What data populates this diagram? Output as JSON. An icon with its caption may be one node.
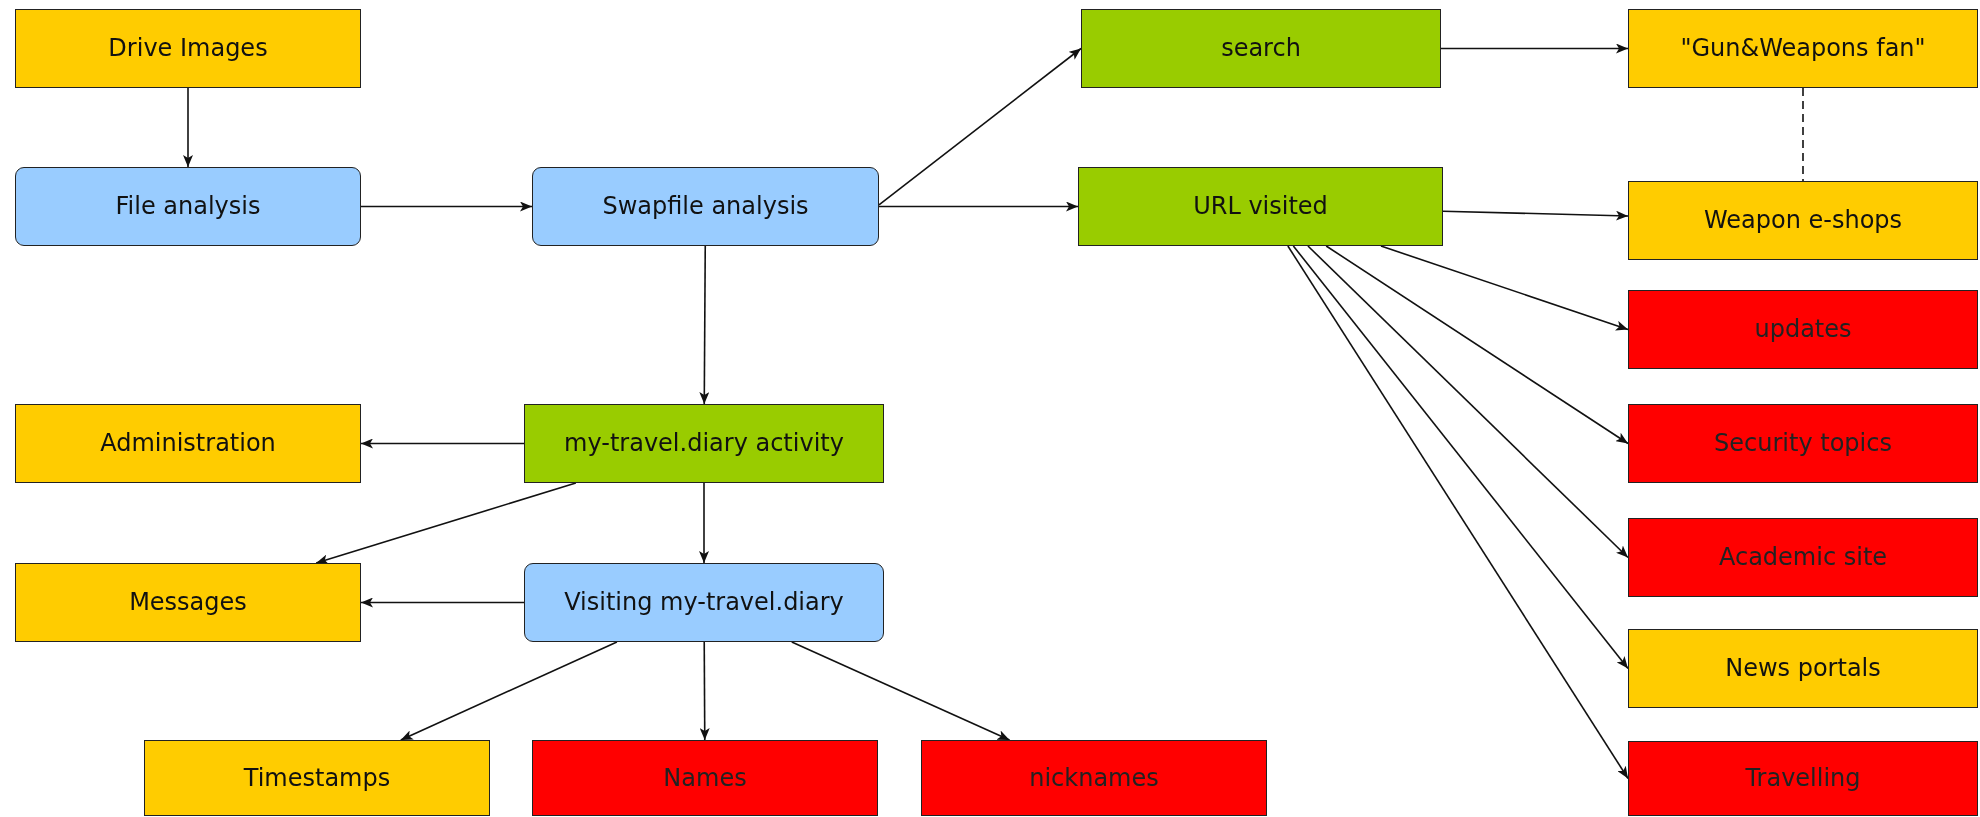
{
  "diagram": {
    "nodes": [
      {
        "text": [
          "Drive Images"
        ]
      },
      {
        "text": [
          "File analysis"
        ]
      },
      {
        "text": [
          "Swapfile analysis"
        ]
      },
      {
        "text": [
          "search"
        ]
      },
      {
        "text": [
          "\"Gun&Weapons fan\""
        ]
      },
      {
        "text": [
          "URL visited"
        ]
      },
      {
        "text": [
          "Weapon e-shops"
        ]
      },
      {
        "text": [
          "updates"
        ]
      },
      {
        "text": [
          "Security topics"
        ]
      },
      {
        "text": [
          "Academic site"
        ]
      },
      {
        "text": [
          "News portals"
        ]
      },
      {
        "text": [
          "Travelling"
        ]
      },
      {
        "text": [
          "my-travel.diary activity"
        ]
      },
      {
        "text": [
          "Administration"
        ]
      },
      {
        "text": [
          "Messages"
        ]
      },
      {
        "text": [
          "Visiting my-travel.diary"
        ]
      },
      {
        "text": [
          "Timestamps"
        ]
      },
      {
        "text": [
          "Names"
        ]
      },
      {
        "text": [
          "nicknames"
        ]
      }
    ],
    "edges": [
      {
        "from": 0,
        "to": 1,
        "arrow": "to"
      },
      {
        "from": 1,
        "to": 2,
        "arrow": "to"
      },
      {
        "from": 2,
        "to": 3,
        "arrow": "to"
      },
      {
        "from": 2,
        "to": 5,
        "arrow": "to"
      },
      {
        "from": 3,
        "to": 4,
        "arrow": "to"
      },
      {
        "from": 4,
        "to": 6,
        "arrow": "none",
        "style": "dashed"
      },
      {
        "from": 5,
        "to": 6,
        "arrow": "to"
      },
      {
        "from": 5,
        "to": 7,
        "arrow": "to"
      },
      {
        "from": 5,
        "to": 8,
        "arrow": "to"
      },
      {
        "from": 5,
        "to": 9,
        "arrow": "to"
      },
      {
        "from": 5,
        "to": 10,
        "arrow": "to"
      },
      {
        "from": 5,
        "to": 11,
        "arrow": "to"
      },
      {
        "from": 2,
        "to": 12,
        "arrow": "to"
      },
      {
        "from": 12,
        "to": 13,
        "arrow": "to"
      },
      {
        "from": 12,
        "to": 14,
        "arrow": "to"
      },
      {
        "from": 12,
        "to": 15,
        "arrow": "to"
      },
      {
        "from": 15,
        "to": 14,
        "arrow": "to"
      },
      {
        "from": 15,
        "to": 16,
        "arrow": "to"
      },
      {
        "from": 15,
        "to": 17,
        "arrow": "to"
      },
      {
        "from": 15,
        "to": 18,
        "arrow": "to"
      }
    ]
  }
}
